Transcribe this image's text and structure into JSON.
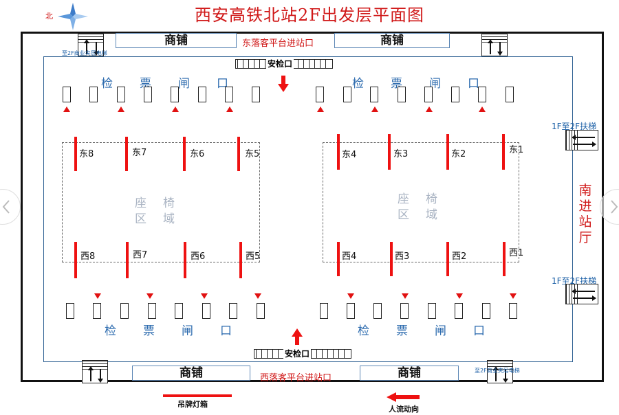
{
  "title": "西安高铁北站2F出发层平面图",
  "compass": {
    "label": "北"
  },
  "shops": {
    "top_left": "商铺",
    "top_right": "商铺",
    "bottom_left": "商铺",
    "bottom_right": "商铺"
  },
  "entrances": {
    "east": "东落客平台进站口",
    "west": "西落客平台进站口",
    "south_hall": [
      "南",
      "进",
      "站",
      "厅"
    ]
  },
  "security": {
    "top": "安检口",
    "bottom": "安检口"
  },
  "gate_labels": [
    "检",
    "票",
    "闸",
    "口"
  ],
  "waiting_areas": {
    "east": [
      "东8",
      "东7",
      "东6",
      "东5",
      "东4",
      "东3",
      "东2",
      "东1"
    ],
    "west": [
      "西8",
      "西7",
      "西6",
      "西5",
      "西4",
      "西3",
      "西2",
      "西1"
    ]
  },
  "seating": {
    "line1": "座椅",
    "line2": "区域"
  },
  "escalators": {
    "upper": "1F至2F扶梯",
    "lower": "1F至2F扶梯"
  },
  "elevators": {
    "top_left": "至2F商业夹层电梯",
    "bottom_right": "至2F商业夹层电梯"
  },
  "legend": {
    "sign_label": "吊牌灯箱",
    "flow_label": "人流动向"
  },
  "colors": {
    "accent": "#e11111",
    "outline": "#2c5f91",
    "text_blue": "#1b5fa6"
  }
}
